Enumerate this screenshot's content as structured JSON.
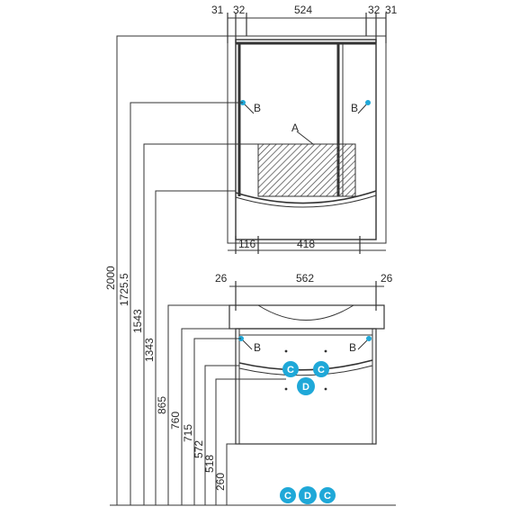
{
  "top_unit": {
    "widths": [
      "31",
      "32",
      "524",
      "32",
      "31"
    ],
    "bottom_widths": [
      "116",
      "418"
    ],
    "label_a": "A",
    "label_b_left": "B",
    "label_b_right": "B"
  },
  "bottom_unit": {
    "widths": [
      "26",
      "562",
      "26"
    ],
    "label_b_left": "B",
    "label_b_right": "B",
    "badge_c1": "C",
    "badge_c2": "C",
    "badge_d": "D"
  },
  "heights": [
    "2000",
    "1725.5",
    "1543",
    "1343",
    "865",
    "760",
    "715",
    "572",
    "518",
    "260"
  ],
  "floor_badges": [
    "C",
    "D",
    "C"
  ],
  "colors": {
    "line": "#333333",
    "accent": "#1fa8d8",
    "hatch": "#555555"
  }
}
